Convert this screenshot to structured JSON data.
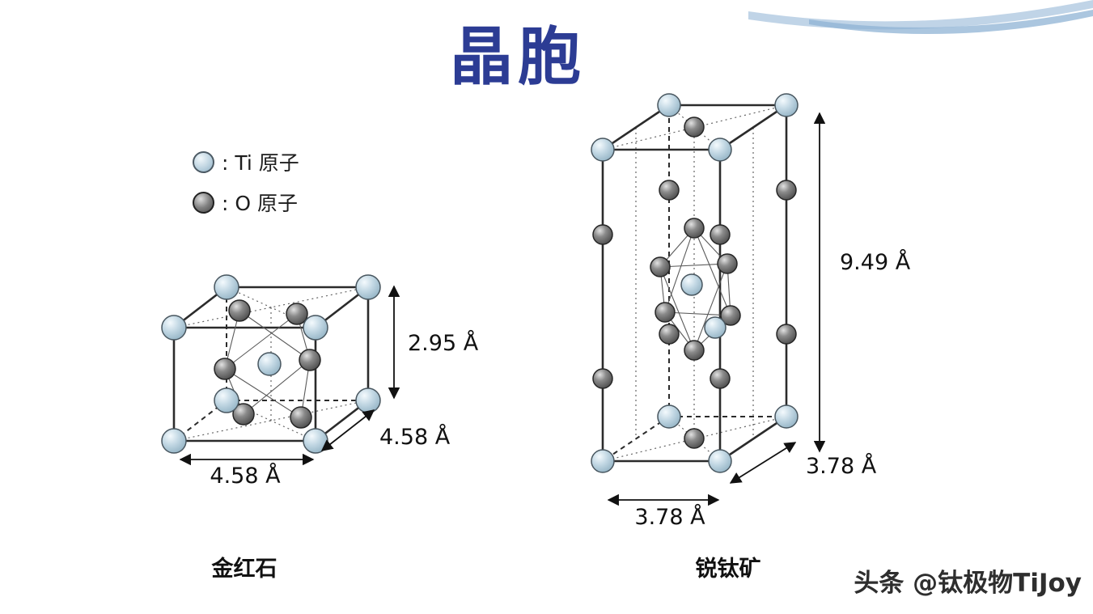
{
  "title": "晶胞",
  "legend": {
    "ti_label": ": Ti 原子",
    "o_label": ": O 原子"
  },
  "structures": {
    "rutile": {
      "name": "金红石",
      "height": "2.95 Å",
      "depth": "4.58 Å",
      "width": "4.58 Å"
    },
    "anatase": {
      "name": "锐钛矿",
      "height": "9.49 Å",
      "depth": "3.78 Å",
      "width": "3.78 Å"
    }
  },
  "watermark": "头条 @钛极物TiJoy",
  "colors": {
    "title": "#2c3c94",
    "ti_atom": "#bdd3e0",
    "o_atom": "#5a5a5a",
    "edge": "#2b2b2b"
  }
}
